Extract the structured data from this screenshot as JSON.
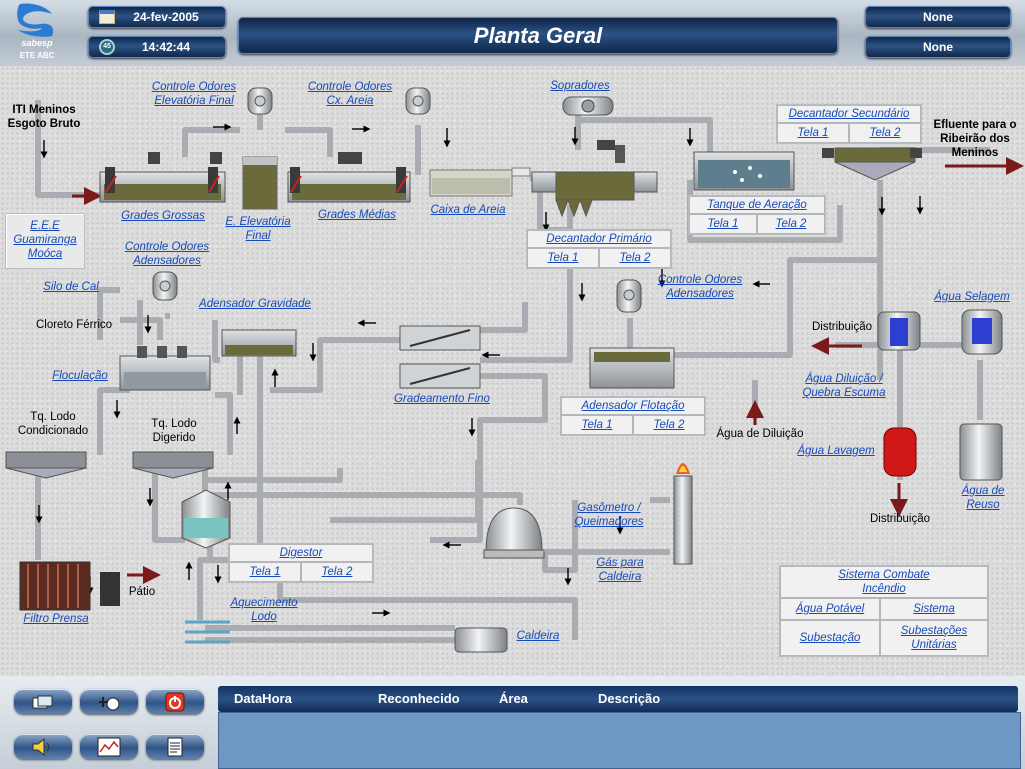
{
  "header": {
    "logo_text": "sabesp",
    "logo_subtitle": "ETE ABC",
    "date": "24-fev-2005",
    "time": "14:42:44",
    "title": "Planta Geral",
    "status_top": "None",
    "status_bottom": "None"
  },
  "diagram": {
    "iti_label": "ITI Meninos\nEsgoto Bruto",
    "controle_odores_elevatoria": "Controle Odores\nElevatória Final",
    "controle_odores_cx_areia": "Controle Odores\nCx. Areia",
    "sopradores": "Sopradores",
    "decantador_secundario": "Decantador Secundário",
    "efluente": "Efluente para o\nRibeirão dos\nMeninos",
    "grades_grossas": "Grades Grossas",
    "elevatoria_final": "E. Elevatória\nFinal",
    "grades_medias": "Grades Médias",
    "caixa_areia": "Caixa de Areia",
    "tanque_aeracao": "Tanque de Aeração",
    "decantador_primario": "Decantador Primário",
    "eee": "E.E.E\nGuamiranga\nMoóca",
    "controle_odores_adensadores_left": "Controle Odores\nAdensadores",
    "silo_cal": "Silo de Cal",
    "adensador_gravidade": "Adensador Gravidade",
    "cloreto_ferrico": "Cloreto Férrico",
    "floculacao": "Floculação",
    "gradeamento_fino": "Gradeamento Fino",
    "controle_odores_adensadores_right": "Controle Odores\nAdensadores",
    "adensador_flotacao": "Adensador Flotação",
    "agua_diluicao": "Água de Diluição",
    "agua_selagem": "Água Selagem",
    "distribuicao_left": "Distribuição",
    "agua_diluicao_quebra": "Água Diluição /\nQuebra Escuma",
    "agua_lavagem": "Água Lavagem",
    "distribuicao_bottom": "Distribuição",
    "agua_reuso": "Água de\nReuso",
    "tq_lodo_condicionado": "Tq. Lodo\nCondicionado",
    "tq_lodo_digerido": "Tq. Lodo\nDigerido",
    "gasometro": "Gasômetro /\nQueimadores",
    "gas_caldeira": "Gás para\nCaldeira",
    "digestor": "Digestor",
    "aquecimento_lodo": "Aquecimento\nLodo",
    "caldeira": "Caldeira",
    "filtro_prensa": "Filtro Prensa",
    "patio": "Pátio",
    "tela1": "Tela 1",
    "tela2": "Tela 2"
  },
  "sistema_box": {
    "title": "Sistema Combate\nIncêndio",
    "agua_potavel": "Água Potável",
    "sistema": "Sistema",
    "subestacao": "Subestação",
    "subestacoes_unitarias": "Subestações\nUnitárias"
  },
  "alarm_table": {
    "columns": [
      "DataHora",
      "Reconhecido",
      "Área",
      "Descrição"
    ]
  },
  "nav_buttons": [
    "screens-icon",
    "plant-valve-icon",
    "power-icon",
    "speaker-icon",
    "trend-chart-icon",
    "document-icon"
  ],
  "colors": {
    "header_bar": "#1f3f6b",
    "link": "#1649b9",
    "alarm_panel": "#6e97c6",
    "sludge": "#6b6a3a"
  }
}
